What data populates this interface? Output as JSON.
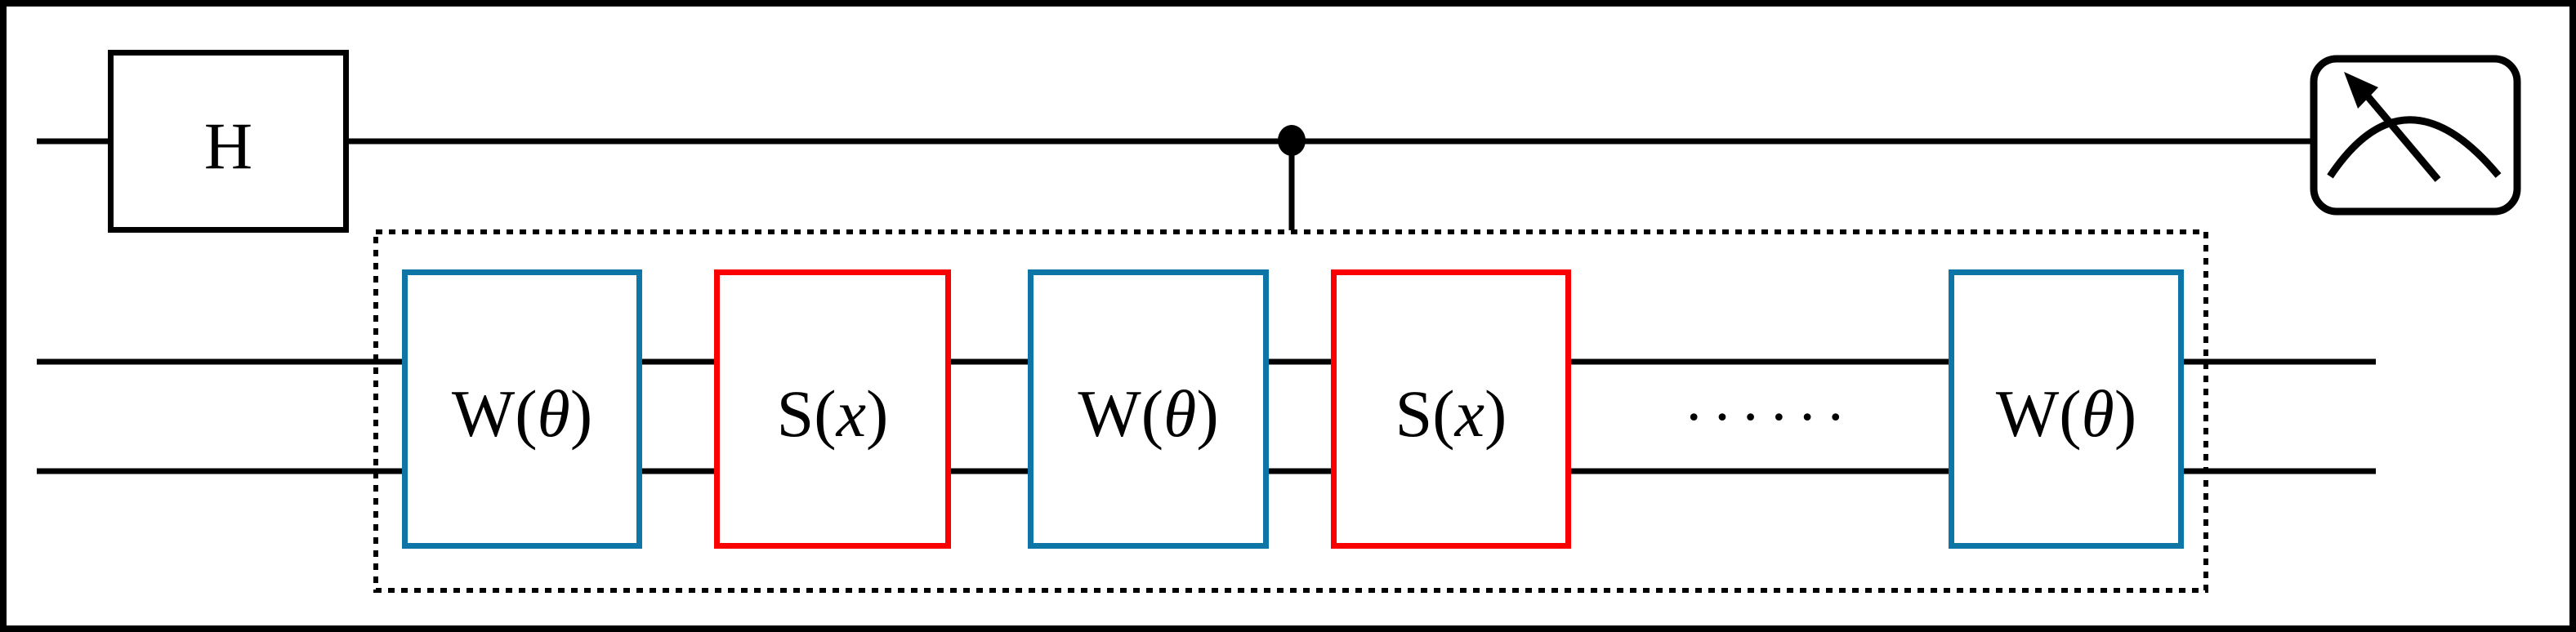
{
  "circuit": {
    "title": "variational-quantum-circuit",
    "hadamard_gate": {
      "label": "H"
    },
    "ansatz_gates": [
      {
        "kind": "variational",
        "prefix": "W(",
        "variable": "θ",
        "suffix": ")"
      },
      {
        "kind": "encoding",
        "prefix": "S(",
        "variable": "x",
        "suffix": ")"
      },
      {
        "kind": "variational",
        "prefix": "W(",
        "variable": "θ",
        "suffix": ")"
      },
      {
        "kind": "encoding",
        "prefix": "S(",
        "variable": "x",
        "suffix": ")"
      },
      {
        "kind": "variational",
        "prefix": "W(",
        "variable": "θ",
        "suffix": ")"
      }
    ],
    "ellipsis_dots": "••••••",
    "colors": {
      "background": "#FFFFFF",
      "wire": "#000000",
      "frame": "#000000",
      "variational_border": "#0E76A7",
      "encoding_border": "#FA0000",
      "gate_text": "#000000"
    }
  }
}
